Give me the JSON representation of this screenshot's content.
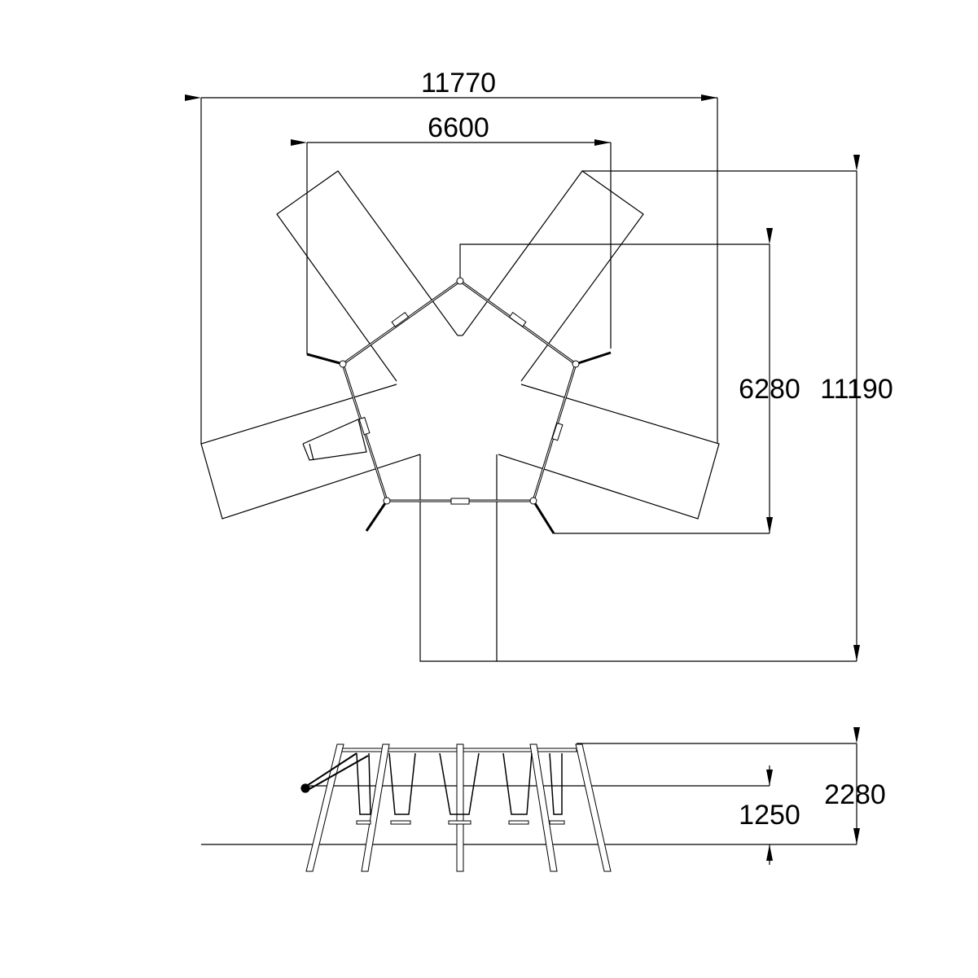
{
  "dimensions": {
    "overall_width": "11770",
    "inner_width": "6600",
    "inner_depth": "6280",
    "overall_depth": "11190",
    "total_height": "2280",
    "seat_height": "1250"
  },
  "colors": {
    "line": "#000000",
    "background": "#ffffff"
  }
}
